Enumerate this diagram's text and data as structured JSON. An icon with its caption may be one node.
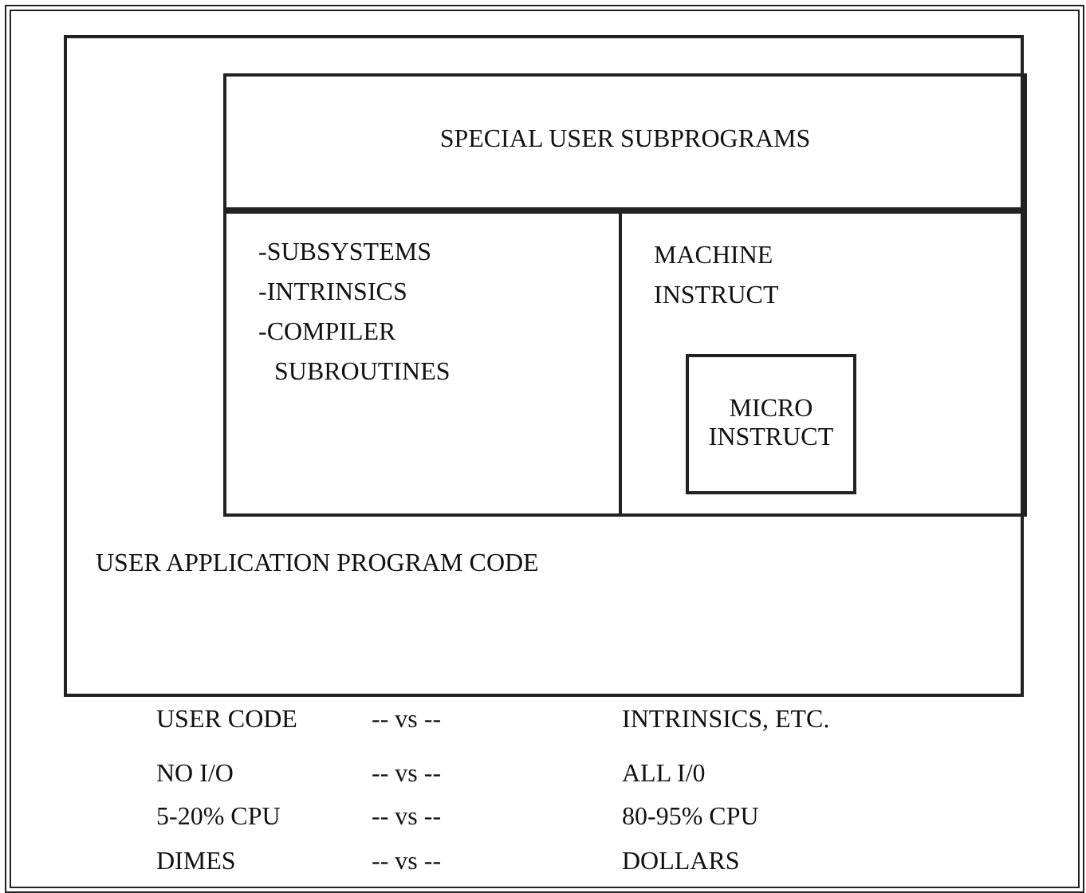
{
  "diagram": {
    "nodes": [
      {
        "text": [
          "USER APPLICATION PROGRAM CODE"
        ]
      },
      {
        "text": [
          "SPECIAL USER SUBPROGRAMS"
        ],
        "in": 0
      },
      {
        "text": [
          "-SUBSYSTEMS",
          "-INTRINSICS",
          "-COMPILER SUBROUTINES"
        ],
        "in": 1
      },
      {
        "text": [
          "MACHINE INSTRUCT"
        ],
        "in": 1
      },
      {
        "text": [
          "MICRO INSTRUCT"
        ],
        "in": 3
      }
    ],
    "labels": [
      "USER CODE",
      "-- vs --",
      "INTRINSICS, ETC.",
      "NO I/O",
      "-- vs --",
      "ALL I/0",
      "5-20% CPU",
      "-- vs --",
      "80-95% CPU",
      "DIMES",
      "-- vs --",
      "DOLLARS"
    ]
  }
}
